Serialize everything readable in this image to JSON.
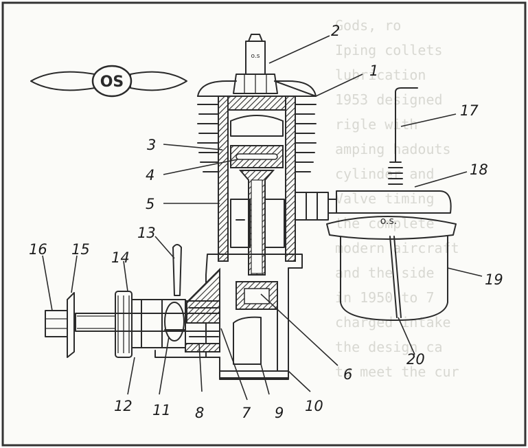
{
  "logo": {
    "text": "OS"
  },
  "plug_marking": "o.s",
  "tank_marking": "o.s.",
  "parts": [
    {
      "number": "1"
    },
    {
      "number": "2"
    },
    {
      "number": "3"
    },
    {
      "number": "4"
    },
    {
      "number": "5"
    },
    {
      "number": "6"
    },
    {
      "number": "7"
    },
    {
      "number": "8"
    },
    {
      "number": "9"
    },
    {
      "number": "10"
    },
    {
      "number": "11"
    },
    {
      "number": "12"
    },
    {
      "number": "13"
    },
    {
      "number": "14"
    },
    {
      "number": "15"
    },
    {
      "number": "16"
    },
    {
      "number": "17"
    },
    {
      "number": "18"
    },
    {
      "number": "19"
    },
    {
      "number": "20"
    }
  ],
  "bleed_through_text": [
    "Gods, ro",
    "Iping collets",
    "lubrication",
    "1953 designed",
    "rigle with",
    "amping hadouts",
    "cylinder and",
    "Valve timing",
    "the complete",
    "modern aircraft",
    "and the side",
    "in 1950 to 7",
    "charged intake",
    "the design ca",
    "to meet the cur"
  ]
}
